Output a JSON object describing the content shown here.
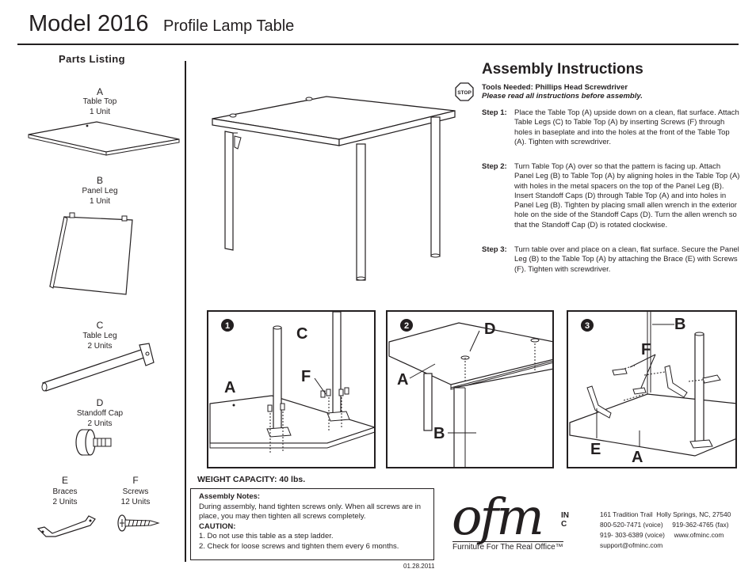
{
  "header": {
    "model": "Model 2016",
    "product": "Profile Lamp Table"
  },
  "parts": {
    "title": "Parts Listing",
    "items": [
      {
        "letter": "A",
        "name": "Table Top",
        "qty": "1 Unit"
      },
      {
        "letter": "B",
        "name": "Panel Leg",
        "qty": "1 Unit"
      },
      {
        "letter": "C",
        "name": "Table Leg",
        "qty": "2 Units"
      },
      {
        "letter": "D",
        "name": "Standoff Cap",
        "qty": "2 Units"
      },
      {
        "letter": "E",
        "name": "Braces",
        "qty": "2 Units"
      },
      {
        "letter": "F",
        "name": "Screws",
        "qty": "12 Units"
      }
    ]
  },
  "assembly": {
    "title": "Assembly Instructions",
    "stop_sign": "STOP",
    "tools": "Tools Needed: Phillips Head Screwdriver",
    "read_note": "Please read all instructions before assembly.",
    "steps": [
      {
        "label": "Step 1:",
        "text": "Place the Table Top (A) upside down on a clean, flat surface. Attach Table Legs (C) to Table Top (A) by inserting Screws (F) through holes in baseplate and into the holes at the front of the Table Top (A). Tighten with screwdriver."
      },
      {
        "label": "Step 2:",
        "text": "Turn Table Top (A) over so that the pattern is facing up. Attach Panel Leg (B) to Table Top (A) by aligning holes in the Table Top (A) with holes in the metal spacers on the top of the Panel Leg (B). Insert Standoff Caps (D) through Table Top (A) and into holes in Panel Leg (B). Tighten by placing small allen wrench in the exterior hole on the side of the Standoff Caps (D). Turn the allen wrench so that the Standoff Cap (D) is rotated clockwise."
      },
      {
        "label": "Step 3:",
        "text": "Turn table over and place on a clean, flat surface. Secure the Panel Leg (B) to the Table Top (A) by attaching the Brace (E) with Screws (F). Tighten with screwdriver."
      }
    ]
  },
  "diagrams": {
    "d1": {
      "num": "1",
      "labels": [
        "C",
        "F",
        "A"
      ]
    },
    "d2": {
      "num": "2",
      "labels": [
        "D",
        "A",
        "B"
      ]
    },
    "d3": {
      "num": "3",
      "labels": [
        "B",
        "F",
        "E",
        "A"
      ]
    }
  },
  "weight": "WEIGHT CAPACITY: 40 lbs.",
  "notes": {
    "title": "Assembly Notes:",
    "text": "During assembly, hand tighten screws only. When all screws are in place, you may then tighten all screws completely.",
    "caution_title": "CAUTION:",
    "caution_1": "1. Do not use this table as a step ladder.",
    "caution_2": "2. Check for loose screws and tighten them every 6 months."
  },
  "date": "01.28.2011",
  "company": {
    "logo": "ofm",
    "logo_suffix": "INC",
    "tagline": "Furniture For The Real Office™",
    "contact": "161 Tradition Trail  Holly Springs, NC, 27540\n800-520-7471 (voice)     919-362-4765 (fax)\n919- 303-6389 (voice)     www.ofminc.com\nsupport@ofminc.com"
  }
}
